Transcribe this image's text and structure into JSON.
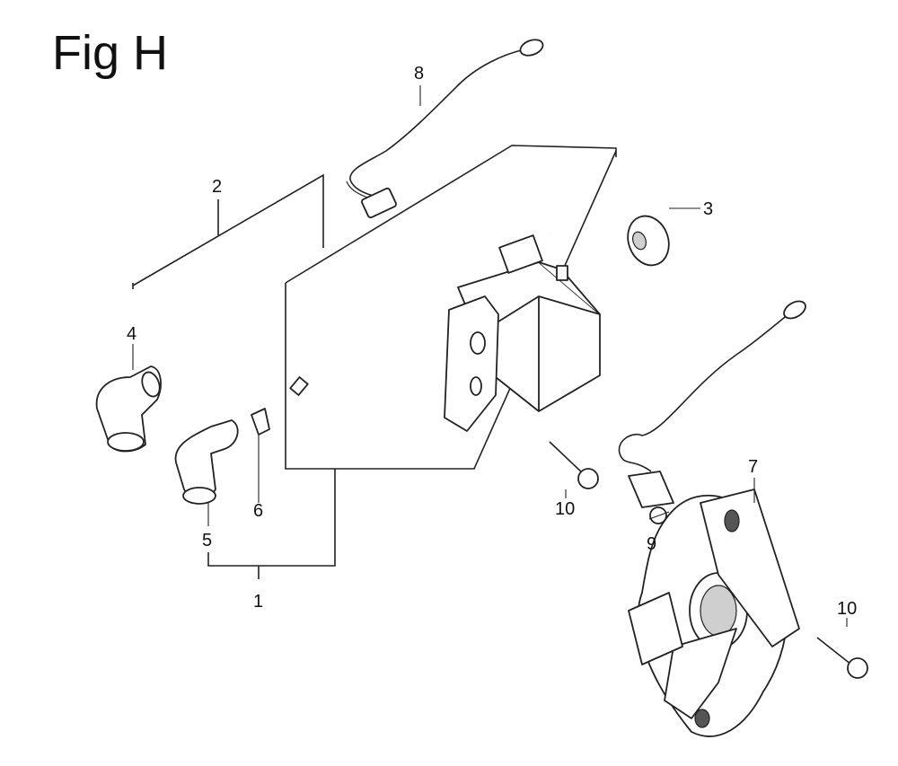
{
  "figure": {
    "title": "Fig H"
  },
  "callouts": [
    {
      "id": "1",
      "label": "1"
    },
    {
      "id": "2",
      "label": "2"
    },
    {
      "id": "3",
      "label": "3"
    },
    {
      "id": "4",
      "label": "4"
    },
    {
      "id": "5",
      "label": "5"
    },
    {
      "id": "6",
      "label": "6"
    },
    {
      "id": "7",
      "label": "7"
    },
    {
      "id": "8",
      "label": "8"
    },
    {
      "id": "9",
      "label": "9"
    },
    {
      "id": "10a",
      "label": "10"
    },
    {
      "id": "10b",
      "label": "10"
    }
  ]
}
